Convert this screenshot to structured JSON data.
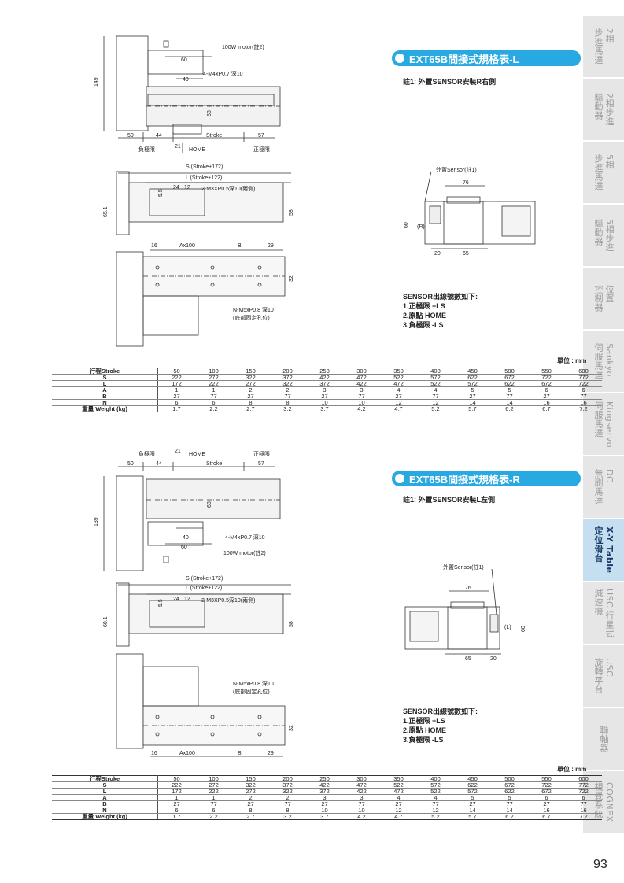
{
  "sidebar": {
    "tabs": [
      {
        "label": "2相\n步進馬達",
        "active": false
      },
      {
        "label": "2相步進\n驅動器",
        "active": false
      },
      {
        "label": "5相\n步進馬達",
        "active": false
      },
      {
        "label": "5相步進\n驅動器",
        "active": false
      },
      {
        "label": "位置\n控制器",
        "active": false
      },
      {
        "label": "Sankyo\n伺服馬達",
        "active": false
      },
      {
        "label": "Kingservo\n伺服馬達",
        "active": false
      },
      {
        "label": "DC\n無刷馬達",
        "active": false
      },
      {
        "label": "X-Y Table\n定位滑台",
        "active": true
      },
      {
        "label": "USC 行星式\n減速機",
        "active": false
      },
      {
        "label": "USC\n旋轉平台",
        "active": false
      },
      {
        "label": "聯軸器",
        "active": false
      },
      {
        "label": "COGNEX\n視覺系統",
        "active": false
      }
    ]
  },
  "section_l": {
    "title": "EXT65B間接式規格表-L",
    "note": "註1: 外置SENSOR安裝R右側",
    "sensor_title": "SENSOR出線號數如下:",
    "sensor_lines": [
      "1.正極限  +LS",
      "2.原點     HOME",
      "3.負極限  -LS"
    ],
    "unit": "單位 : mm"
  },
  "section_r": {
    "title": "EXT65B間接式規格表-R",
    "note": "註1: 外置SENSOR安裝L左側",
    "sensor_title": "SENSOR出線號數如下:",
    "sensor_lines": [
      "1.正極限  +LS",
      "2.原點     HOME",
      "3.負極限  -LS"
    ],
    "unit": "單位 : mm"
  },
  "drawing_l": {
    "motor": "100W motor(註2)",
    "dim_60": "60",
    "tap": "4-M4xP0.7 深10",
    "dim_40": "40",
    "dim_149": "149",
    "dim_68": "68",
    "dim_50": "50",
    "dim_44": "44",
    "stroke": "Stroke",
    "dim_57": "57",
    "neg_limit": "負極限",
    "dim_21": "21",
    "home": "HOME",
    "pos_limit": "正極限",
    "s_formula": "S (Stroke+172)",
    "l_formula": "L (Stroke+122)",
    "dim_55": "5.5",
    "dim_24": "24",
    "dim_12": "12",
    "tap_side": "2-M3XP0.5深10(兩側)",
    "dim_651": "65.1",
    "dim_58": "58",
    "dim_16": "16",
    "ax100": "Ax100",
    "b": "B",
    "dim_29": "29",
    "dim_32": "32",
    "bottom_tap": "N-M5xP0.8 深10",
    "bottom_tap2": "(底部固定孔位)",
    "sensor_ext": "外置Sensor(註1)",
    "sensor_76": "76",
    "sensor_60": "60",
    "sensor_r": "(R)",
    "sensor_20": "20",
    "sensor_65": "65"
  },
  "drawing_r": {
    "neg_limit": "負極限",
    "dim_21": "21",
    "home": "HOME",
    "pos_limit": "正極限",
    "dim_50": "50",
    "dim_44": "44",
    "stroke": "Stroke",
    "dim_57": "57",
    "dim_139": "139",
    "dim_68": "68",
    "dim_40": "40",
    "tap": "4-M4xP0.7 深10",
    "dim_60": "60",
    "motor": "100W motor(註2)",
    "s_formula": "S (Stroke+172)",
    "l_formula": "L (Stroke+122)",
    "dim_55": "5.5",
    "dim_24": "24",
    "dim_12": "12",
    "tap_side": "2-M3XP0.5深10(兩側)",
    "dim_601": "60.1",
    "dim_58": "58",
    "bottom_tap": "N-M5xP0.8 深10",
    "bottom_tap2": "(底部固定孔位)",
    "dim_32": "32",
    "dim_16": "16",
    "ax100": "Ax100",
    "b": "B",
    "dim_29": "29",
    "sensor_ext": "外置Sensor(註1)",
    "sensor_76": "76",
    "sensor_60": "60",
    "sensor_l": "(L)",
    "sensor_65": "65",
    "sensor_20": "20"
  },
  "table_l": {
    "rows": [
      {
        "label": "行程Stroke",
        "values": [
          "50",
          "100",
          "150",
          "200",
          "250",
          "300",
          "350",
          "400",
          "450",
          "500",
          "550",
          "600"
        ]
      },
      {
        "label": "S",
        "values": [
          "222",
          "272",
          "322",
          "372",
          "422",
          "472",
          "522",
          "572",
          "622",
          "672",
          "722",
          "772"
        ]
      },
      {
        "label": "L",
        "values": [
          "172",
          "222",
          "272",
          "322",
          "372",
          "422",
          "472",
          "522",
          "572",
          "622",
          "672",
          "722"
        ]
      },
      {
        "label": "A",
        "values": [
          "1",
          "1",
          "2",
          "2",
          "3",
          "3",
          "4",
          "4",
          "5",
          "5",
          "6",
          "6"
        ]
      },
      {
        "label": "B",
        "values": [
          "27",
          "77",
          "27",
          "77",
          "27",
          "77",
          "27",
          "77",
          "27",
          "77",
          "27",
          "77"
        ]
      },
      {
        "label": "N",
        "values": [
          "6",
          "6",
          "8",
          "8",
          "10",
          "10",
          "12",
          "12",
          "14",
          "14",
          "16",
          "16"
        ]
      },
      {
        "label": "重量 Weight (kg)",
        "values": [
          "1.7",
          "2.2",
          "2.7",
          "3.2",
          "3.7",
          "4.2",
          "4.7",
          "5.2",
          "5.7",
          "6.2",
          "6.7",
          "7.2"
        ]
      }
    ]
  },
  "table_r": {
    "rows": [
      {
        "label": "行程Stroke",
        "values": [
          "50",
          "100",
          "150",
          "200",
          "250",
          "300",
          "350",
          "400",
          "450",
          "500",
          "550",
          "600"
        ]
      },
      {
        "label": "S",
        "values": [
          "222",
          "272",
          "322",
          "372",
          "422",
          "472",
          "522",
          "572",
          "622",
          "672",
          "722",
          "772"
        ]
      },
      {
        "label": "L",
        "values": [
          "172",
          "222",
          "272",
          "322",
          "372",
          "422",
          "472",
          "522",
          "572",
          "622",
          "672",
          "722"
        ]
      },
      {
        "label": "A",
        "values": [
          "1",
          "1",
          "2",
          "2",
          "3",
          "3",
          "4",
          "4",
          "5",
          "5",
          "6",
          "6"
        ]
      },
      {
        "label": "B",
        "values": [
          "27",
          "77",
          "27",
          "77",
          "27",
          "77",
          "27",
          "77",
          "27",
          "77",
          "27",
          "77"
        ]
      },
      {
        "label": "N",
        "values": [
          "6",
          "6",
          "8",
          "8",
          "10",
          "10",
          "12",
          "12",
          "14",
          "14",
          "16",
          "16"
        ]
      },
      {
        "label": "重量 Weight (kg)",
        "values": [
          "1.7",
          "2.2",
          "2.7",
          "3.2",
          "3.7",
          "4.2",
          "4.7",
          "5.2",
          "5.7",
          "6.2",
          "6.7",
          "7.2"
        ]
      }
    ]
  },
  "page_number": "93"
}
